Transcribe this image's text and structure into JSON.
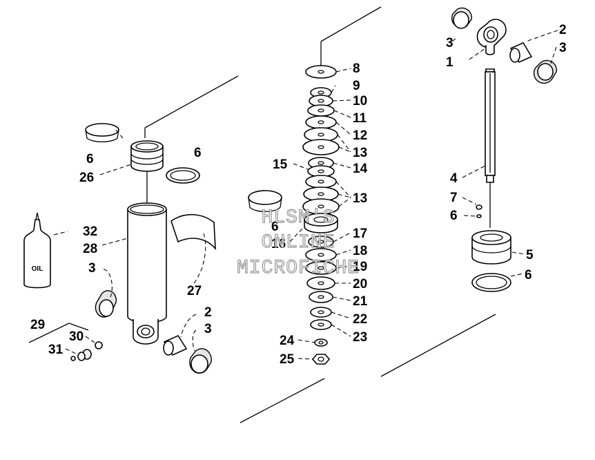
{
  "callouts": {
    "c1": "1",
    "c2a": "2",
    "c2b": "2",
    "c3a": "3",
    "c3b": "3",
    "c3c": "3",
    "c3d": "3",
    "c4": "4",
    "c5": "5",
    "c6a": "6",
    "c6b": "6",
    "c6c": "6",
    "c6d": "6",
    "c6e": "6",
    "c7": "7",
    "c8": "8",
    "c9": "9",
    "c10": "10",
    "c11": "11",
    "c12": "12",
    "c13a": "13",
    "c13b": "13",
    "c14": "14",
    "c15": "15",
    "c16": "16",
    "c17": "17",
    "c18": "18",
    "c19": "19",
    "c20": "20",
    "c21": "21",
    "c22": "22",
    "c23": "23",
    "c24": "24",
    "c25": "25",
    "c26": "26",
    "c27": "27",
    "c28": "28",
    "c29": "29",
    "c30": "30",
    "c31": "31",
    "c32": "32"
  },
  "bottle_label": "OIL",
  "watermark": [
    "HLSM'S",
    "ONLINE",
    "MICROFICHE"
  ]
}
